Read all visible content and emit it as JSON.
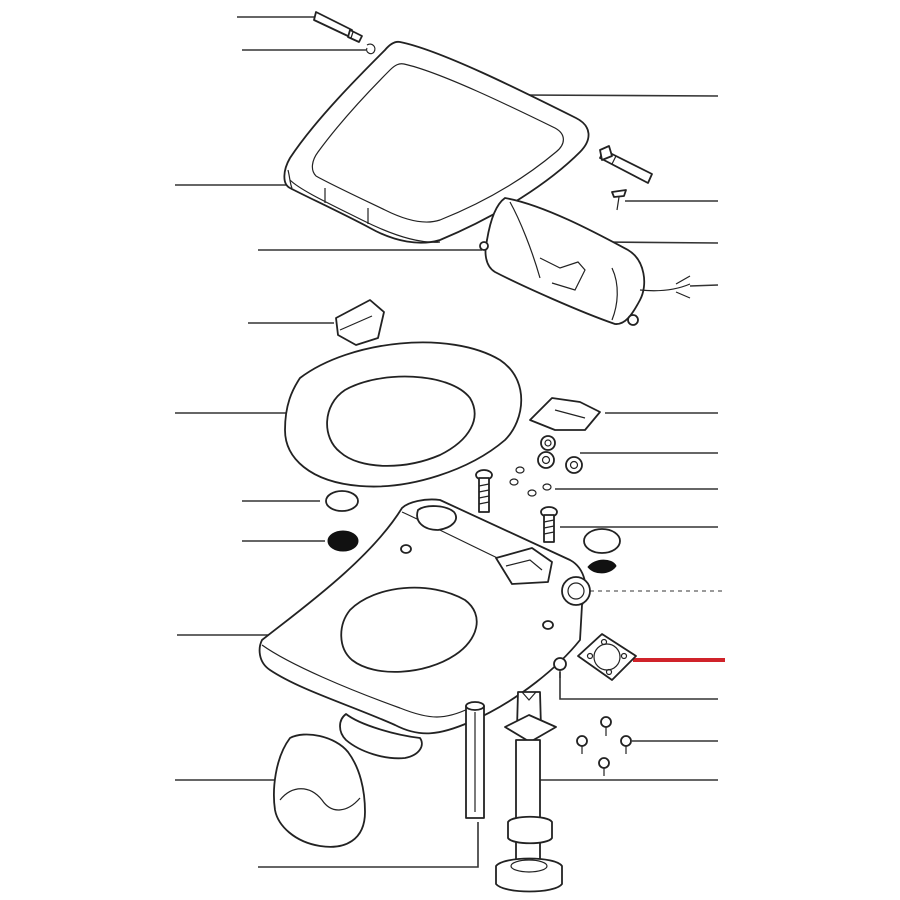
{
  "diagram": {
    "kind": "exploded parts view",
    "colors": {
      "ink": "#222222",
      "highlight_leader": "#d0232a",
      "dashed_leader": "#9a9a9a",
      "dark_plug": "#111111",
      "background": "#ffffff"
    },
    "parts": [
      {
        "id": "hinge-pin-left",
        "icon": "pin"
      },
      {
        "id": "clip-ring",
        "icon": "ring"
      },
      {
        "id": "cover-lid",
        "icon": "lid"
      },
      {
        "id": "lid-front-edge",
        "icon": "lid-edge"
      },
      {
        "id": "hinge-pin-right",
        "icon": "pin"
      },
      {
        "id": "small-screw",
        "icon": "screw"
      },
      {
        "id": "pivot-knob",
        "icon": "knob"
      },
      {
        "id": "hinge-housing",
        "icon": "housing"
      },
      {
        "id": "cable",
        "icon": "cable"
      },
      {
        "id": "buffer-left",
        "icon": "buffer"
      },
      {
        "id": "seat-ring",
        "icon": "seat"
      },
      {
        "id": "buffer-right",
        "icon": "buffer"
      },
      {
        "id": "nuts",
        "icon": "nut"
      },
      {
        "id": "washers",
        "icon": "washer"
      },
      {
        "id": "bolt-left",
        "icon": "bolt"
      },
      {
        "id": "bolt-right",
        "icon": "bolt"
      },
      {
        "id": "cap-white-left",
        "icon": "cap"
      },
      {
        "id": "plug-black-left",
        "icon": "plug"
      },
      {
        "id": "cap-white-right",
        "icon": "cap"
      },
      {
        "id": "plug-black-right",
        "icon": "plug"
      },
      {
        "id": "base-unit",
        "icon": "base"
      },
      {
        "id": "bowl-outlet",
        "icon": "outlet"
      },
      {
        "id": "highlighted-gasket",
        "icon": "gasket",
        "highlighted": true
      },
      {
        "id": "base-screw",
        "icon": "screw"
      },
      {
        "id": "mounting-screws",
        "icon": "screw"
      },
      {
        "id": "support-post",
        "icon": "post"
      },
      {
        "id": "rod",
        "icon": "rod"
      },
      {
        "id": "foot-cover",
        "icon": "cover"
      }
    ]
  }
}
